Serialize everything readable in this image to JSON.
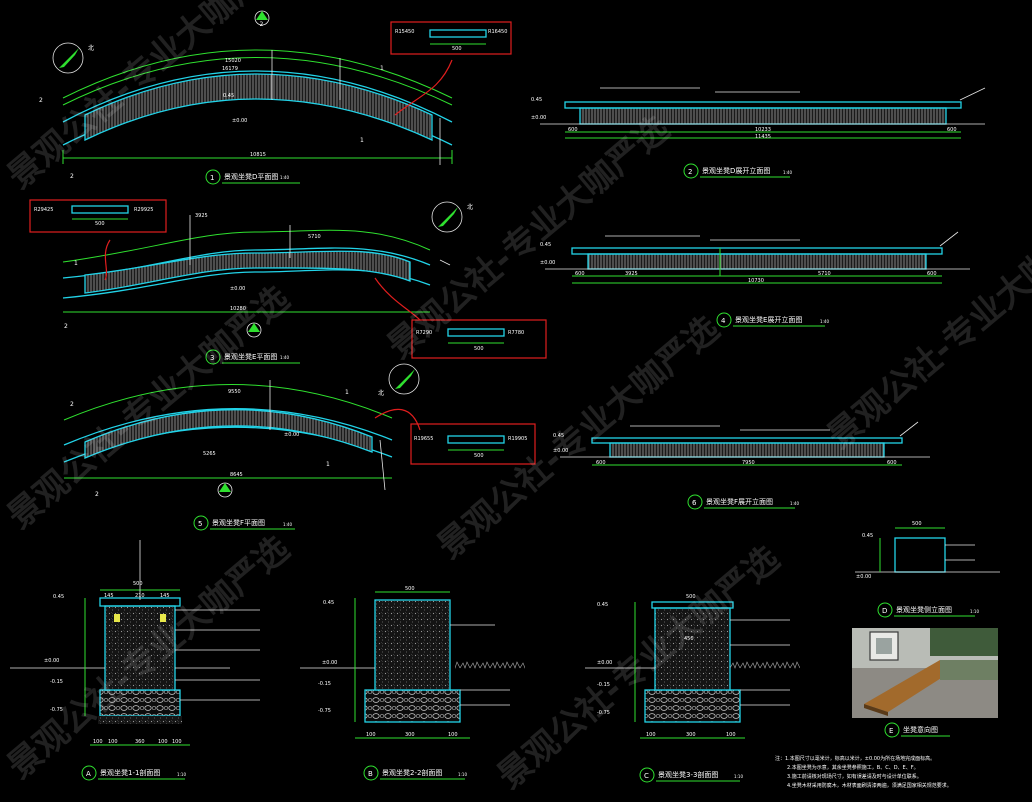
{
  "drawings": {
    "d1": {
      "num": "1",
      "title": "景观坐凳D平面图",
      "scale": "1:40",
      "dims": [
        "15020",
        "10815",
        "16179"
      ],
      "zero": "±0.00",
      "level": "0.45",
      "detail": {
        "left": "R15450",
        "right": "R16450",
        "width": "500"
      }
    },
    "d2": {
      "num": "2",
      "title": "景观坐凳D展开立面图",
      "scale": "1:40",
      "dims": [
        "600",
        "10233",
        "11435",
        "600"
      ],
      "level": "0.45",
      "zero": "±0.00"
    },
    "d3": {
      "num": "3",
      "title": "景观坐凳E平面图",
      "scale": "1:40",
      "dims": [
        "3925",
        "5710",
        "10280"
      ],
      "zero": "±0.00",
      "detail_left": {
        "left": "R29425",
        "right": "R29925",
        "width": "500"
      },
      "detail_right": {
        "left": "R7290",
        "right": "R7780",
        "width": "500"
      }
    },
    "d4": {
      "num": "4",
      "title": "景观坐凳E展开立面图",
      "scale": "1:40",
      "dims": [
        "600",
        "3925",
        "5710",
        "600",
        "10730"
      ],
      "level": "0.45",
      "zero": "±0.00"
    },
    "d5": {
      "num": "5",
      "title": "景观坐凳F平面图",
      "scale": "1:40",
      "dims": [
        "9550",
        "8645",
        "5265"
      ],
      "zero": "±0.00",
      "detail": {
        "left": "R19655",
        "right": "R19905",
        "width": "500"
      }
    },
    "d6": {
      "num": "6",
      "title": "景观坐凳F展开立面图",
      "scale": "1:40",
      "dims": [
        "600",
        "7950",
        "600"
      ],
      "level": "0.45",
      "zero": "±0.00"
    },
    "secA": {
      "num": "A",
      "title": "景观坐凳1-1剖面图",
      "scale": "1:10",
      "levels": [
        "0.45",
        "±0.00",
        "-0.15",
        "-0.75"
      ],
      "dims": [
        "100",
        "100",
        "360",
        "100",
        "100",
        "500",
        "145",
        "210",
        "145"
      ]
    },
    "secB": {
      "num": "B",
      "title": "景观坐凳2-2剖面图",
      "scale": "1:10",
      "levels": [
        "0.45",
        "±0.00",
        "-0.15",
        "-0.75"
      ],
      "dims": [
        "100",
        "300",
        "100",
        "500"
      ]
    },
    "secC": {
      "num": "C",
      "title": "景观坐凳3-3剖面图",
      "scale": "1:10",
      "levels": [
        "0.45",
        "±0.00",
        "-0.15",
        "-0.75"
      ],
      "dims": [
        "100",
        "300",
        "100",
        "500",
        "450"
      ]
    },
    "secD": {
      "num": "D",
      "title": "景观坐凳侧立面图",
      "scale": "1:10",
      "levels": [
        "0.45",
        "±0.00"
      ],
      "dims": [
        "500"
      ]
    },
    "secE": {
      "num": "E",
      "title": "坐凳意向图"
    }
  },
  "notes": [
    "注：1.本图尺寸以毫米计，标高以米计，±0.00为所在场地完成面标高。",
    "2.本图坐凳为示意，其余坐凳参照施工，B、C、D、E、F。",
    "3.施工前请核对现场尺寸，如有误差请及时与设计单位联系。",
    "4.坐凳木材采用防腐木，木材表面刷清漆两遍，须满足国家相关规范要求。"
  ],
  "watermark": "景观公社-专业大咖严选",
  "colors": {
    "structure": "#22d3e8",
    "dimension": "#2fe02f",
    "leader": "#e6e6e6",
    "detail": "#e01e1e",
    "background": "#000000"
  }
}
